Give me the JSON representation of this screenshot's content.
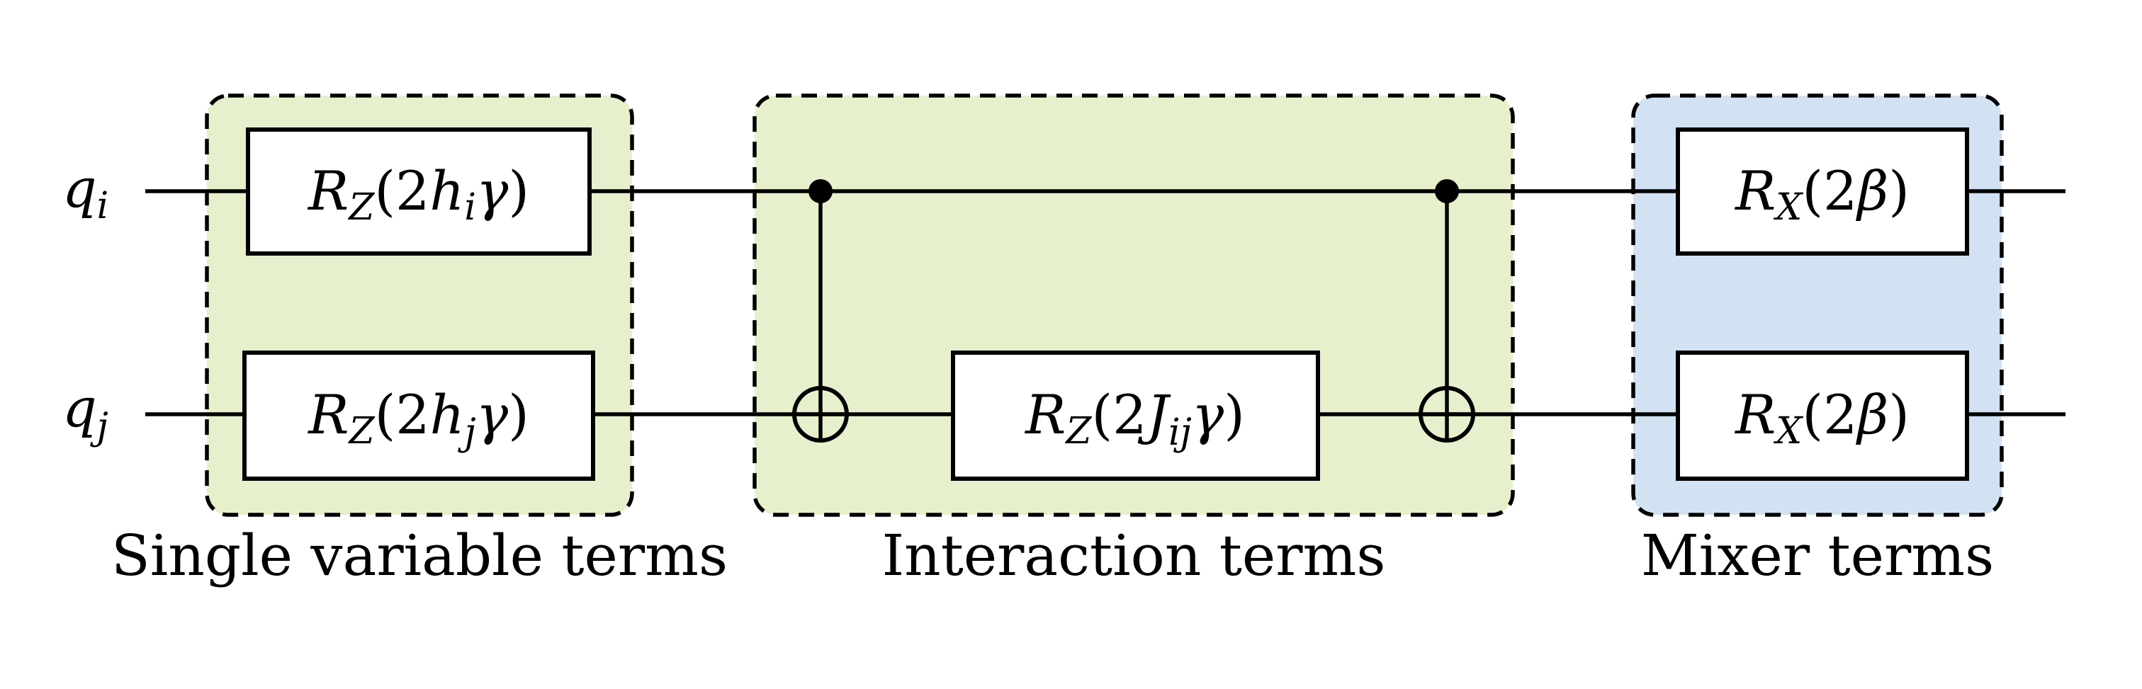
{
  "qubits": [
    {
      "id": "qi",
      "base": "q",
      "sub": "i"
    },
    {
      "id": "qj",
      "base": "q",
      "sub": "j"
    }
  ],
  "groups": [
    {
      "id": "single",
      "label": "Single variable terms",
      "fill": "#e7f0cc"
    },
    {
      "id": "interaction",
      "label": "Interaction terms",
      "fill": "#e7f0cc"
    },
    {
      "id": "mixer",
      "label": "Mixer terms",
      "fill": "#d3e2f2"
    }
  ],
  "gates": {
    "rz_hi": {
      "op": "R",
      "op_sub": "Z",
      "lparen": "(",
      "coef": "2",
      "sym": "h",
      "sym_sub": "i",
      "param": "γ",
      "rparen": ")"
    },
    "rz_hj": {
      "op": "R",
      "op_sub": "Z",
      "lparen": "(",
      "coef": "2",
      "sym": "h",
      "sym_sub": "j",
      "param": "γ",
      "rparen": ")"
    },
    "rz_jij": {
      "op": "R",
      "op_sub": "Z",
      "lparen": "(",
      "coef": "2",
      "sym": "J",
      "sym_sub": "ij",
      "param": "γ",
      "rparen": ")"
    },
    "rx_i": {
      "op": "R",
      "op_sub": "X",
      "lparen": "(",
      "coef": "2",
      "param": "β",
      "rparen": ")"
    },
    "rx_j": {
      "op": "R",
      "op_sub": "X",
      "lparen": "(",
      "coef": "2",
      "param": "β",
      "rparen": ")"
    }
  },
  "colors": {
    "wire": "#000000",
    "gate_fill": "#ffffff",
    "single_fill": "#e7f0cc",
    "interaction_fill": "#e7f0cc",
    "mixer_fill": "#d3e2f2"
  }
}
